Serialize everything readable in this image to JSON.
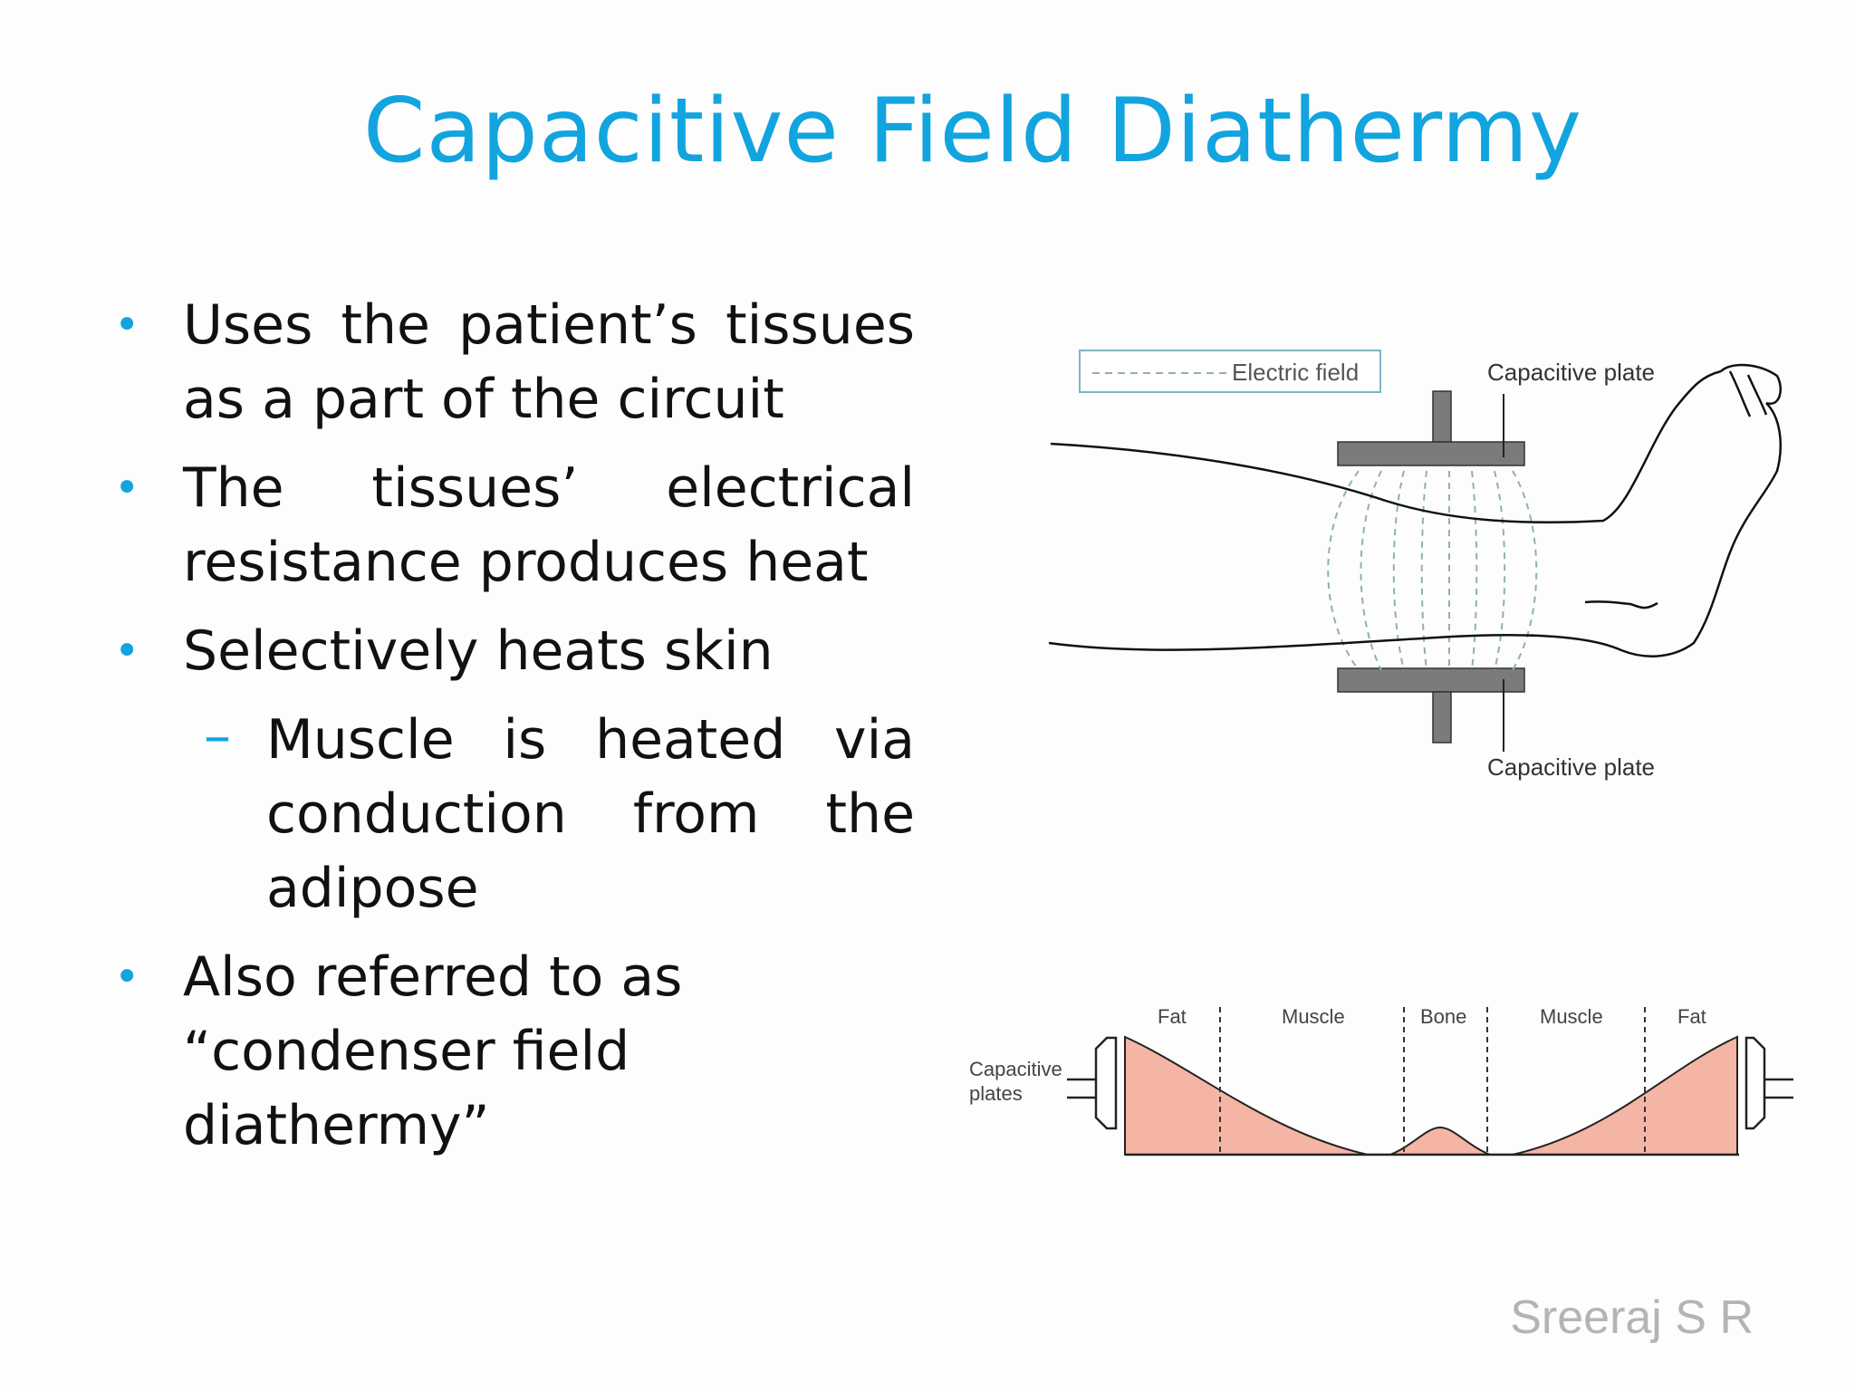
{
  "slide": {
    "title": "Capacitive Field Diathermy",
    "bullets": [
      "Uses the patient’s tissues as a part of the circuit",
      "The tissues’ electrical resistance produces heat",
      "Selectively heats skin"
    ],
    "sub_bullet": "Muscle is heated via conduction from the adipose",
    "last_bullet_line1": "Also referred to as",
    "last_bullet_line2": "“condenser field diathermy”",
    "credit": "Sreeraj S R"
  },
  "leg_diagram": {
    "legend_label": "Electric field",
    "top_plate_label": "Capacitive plate",
    "bottom_plate_label": "Capacitive plate"
  },
  "heating_profile": {
    "plates_label_line1": "Capacitive",
    "plates_label_line2": "plates",
    "layers": [
      "Fat",
      "Muscle",
      "Bone",
      "Muscle",
      "Fat"
    ],
    "fill_color": "#f4b5a4"
  },
  "colors": {
    "accent": "#12a4df",
    "field_lines": "#8fb0b0",
    "plate": "#7b7b7b"
  }
}
